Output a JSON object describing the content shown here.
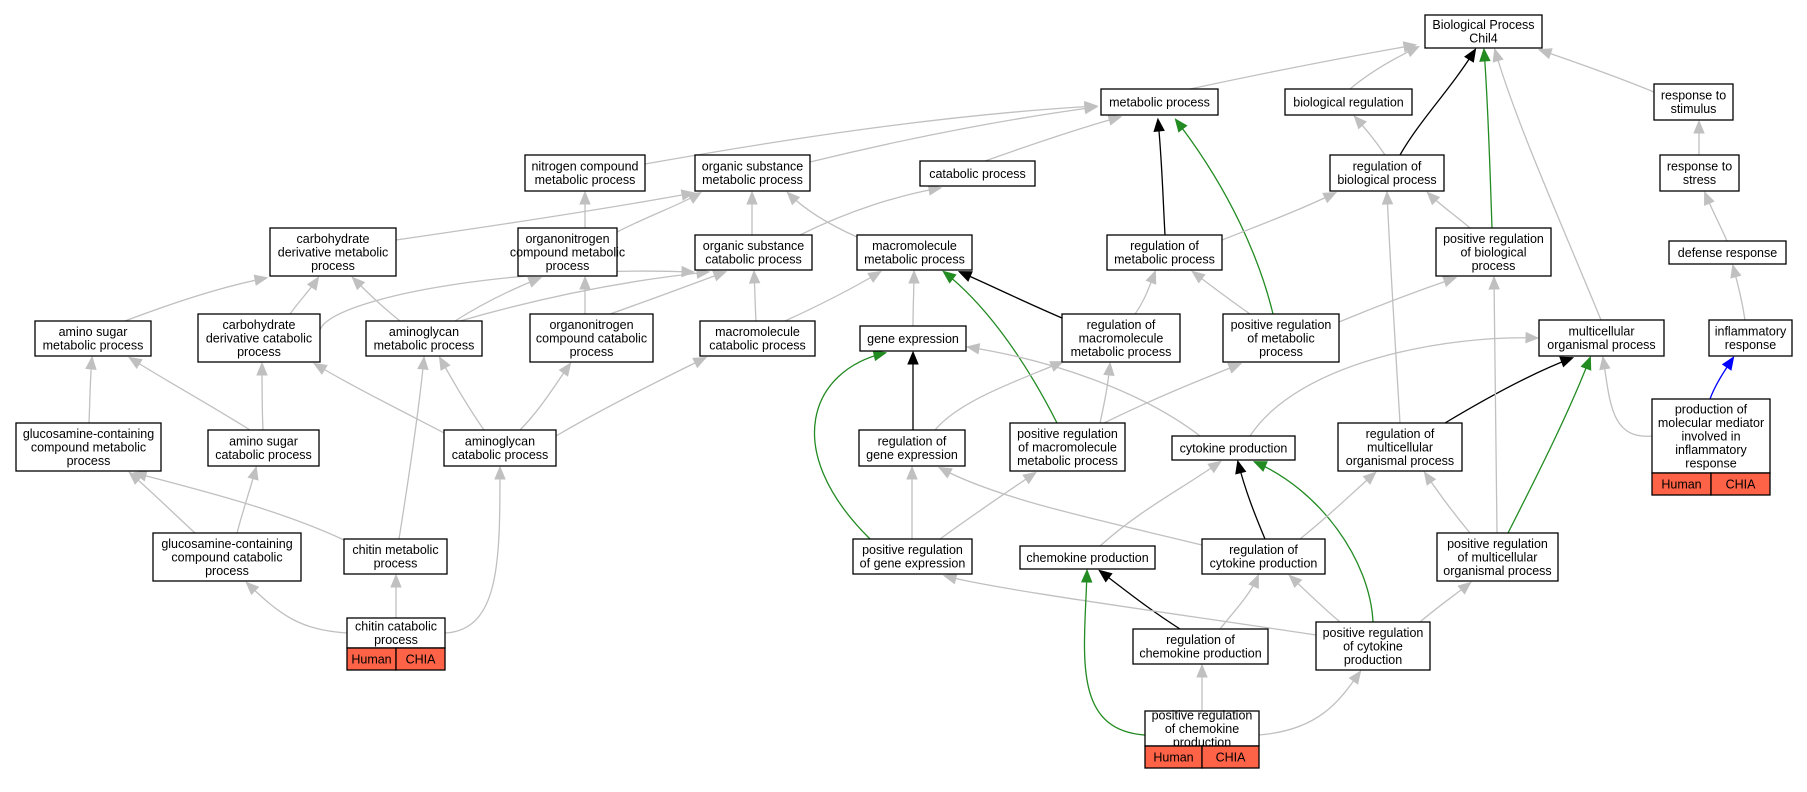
{
  "graph": {
    "nodes": {
      "bp": [
        "Biological Process",
        "Chil4"
      ],
      "metabolic": [
        "metabolic process"
      ],
      "biolreg": [
        "biological regulation"
      ],
      "resp_stim": [
        "response to",
        "stimulus"
      ],
      "nitrogen": [
        "nitrogen compound",
        "metabolic process"
      ],
      "orgsub": [
        "organic substance",
        "metabolic process"
      ],
      "catabolic": [
        "catabolic process"
      ],
      "reg_bio": [
        "regulation of",
        "biological process"
      ],
      "resp_stress": [
        "response to",
        "stress"
      ],
      "carb_deriv": [
        "carbohydrate",
        "derivative metabolic",
        "process"
      ],
      "orgnit": [
        "organonitrogen",
        "compound metabolic",
        "process"
      ],
      "orgsub_cat": [
        "organic substance",
        "catabolic process"
      ],
      "macro": [
        "macromolecule",
        "metabolic process"
      ],
      "reg_met": [
        "regulation of",
        "metabolic process"
      ],
      "pos_reg_bio": [
        "positive regulation",
        "of biological",
        "process"
      ],
      "defense": [
        "defense response"
      ],
      "amino_sugar": [
        "amino sugar",
        "metabolic process"
      ],
      "carb_deriv_cat": [
        "carbohydrate",
        "derivative catabolic",
        "process"
      ],
      "aminoglycan": [
        "aminoglycan",
        "metabolic process"
      ],
      "orgnit_cat": [
        "organonitrogen",
        "compound catabolic",
        "process"
      ],
      "macro_cat": [
        "macromolecule",
        "catabolic process"
      ],
      "gene_expr": [
        "gene expression"
      ],
      "reg_macro": [
        "regulation of",
        "macromolecule",
        "metabolic process"
      ],
      "pos_reg_met": [
        "positive regulation",
        "of metabolic",
        "process"
      ],
      "multicell": [
        "multicellular",
        "organismal process"
      ],
      "inflam": [
        "inflammatory",
        "response"
      ],
      "glucos": [
        "glucosamine-containing",
        "compound metabolic",
        "process"
      ],
      "amino_sugar_cat": [
        "amino sugar",
        "catabolic process"
      ],
      "aminoglycan_cat": [
        "aminoglycan",
        "catabolic process"
      ],
      "reg_gene": [
        "regulation of",
        "gene expression"
      ],
      "pos_reg_macro": [
        "positive regulation",
        "of macromolecule",
        "metabolic process"
      ],
      "cytokine": [
        "cytokine production"
      ],
      "reg_multi": [
        "regulation of",
        "multicellular",
        "organismal process"
      ],
      "prod_mediator": [
        "production of",
        "molecular mediator",
        "involved in",
        "inflammatory",
        "response"
      ],
      "glucos_cat": [
        "glucosamine-containing",
        "compound catabolic",
        "process"
      ],
      "chitin_met": [
        "chitin metabolic",
        "process"
      ],
      "pos_reg_gene": [
        "positive regulation",
        "of gene expression"
      ],
      "chemokine": [
        "chemokine production"
      ],
      "reg_cyto": [
        "regulation of",
        "cytokine production"
      ],
      "pos_reg_multi": [
        "positive regulation",
        "of multicellular",
        "organismal process"
      ],
      "chitin_cat": [
        "chitin catabolic",
        "process"
      ],
      "reg_chemo": [
        "regulation of",
        "chemokine production"
      ],
      "pos_reg_cyto": [
        "positive regulation",
        "of cytokine",
        "production"
      ],
      "pos_reg_chemo": [
        "positive regulation",
        "of chemokine",
        "production"
      ]
    },
    "annotations": {
      "chitin_cat": [
        "Human",
        "CHIA"
      ],
      "prod_mediator": [
        "Human",
        "CHIA"
      ],
      "pos_reg_chemo": [
        "Human",
        "CHIA"
      ]
    },
    "edge_colors": {
      "is_a": "#c0c0c0",
      "regulates": "#000000",
      "positively_regulates": "#228b22",
      "part_of": "#0000ff"
    },
    "annotation_color": "#ff6347"
  }
}
